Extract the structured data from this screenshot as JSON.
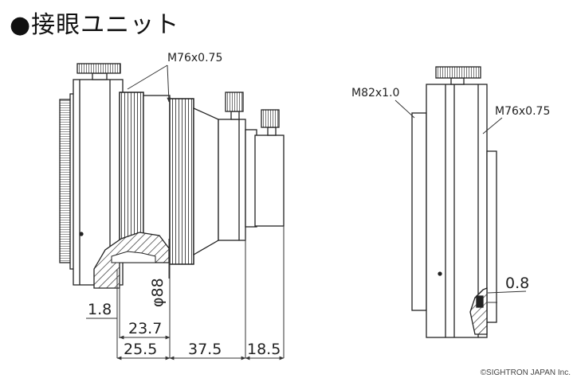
{
  "title": "●接眼ユニット",
  "copyright": "©SIGHTRON JAPAN Inc.",
  "side_view": {
    "thread_label": "M76x0.75",
    "diameter_label": "φ88",
    "dimensions": {
      "d1": "1.8",
      "d2": "23.7",
      "d3": "25.5",
      "d4": "37.5",
      "d5": "18.5"
    }
  },
  "front_view": {
    "thread_left": "M82x1.0",
    "thread_right": "M76x0.75",
    "gap_label": "0.8"
  }
}
